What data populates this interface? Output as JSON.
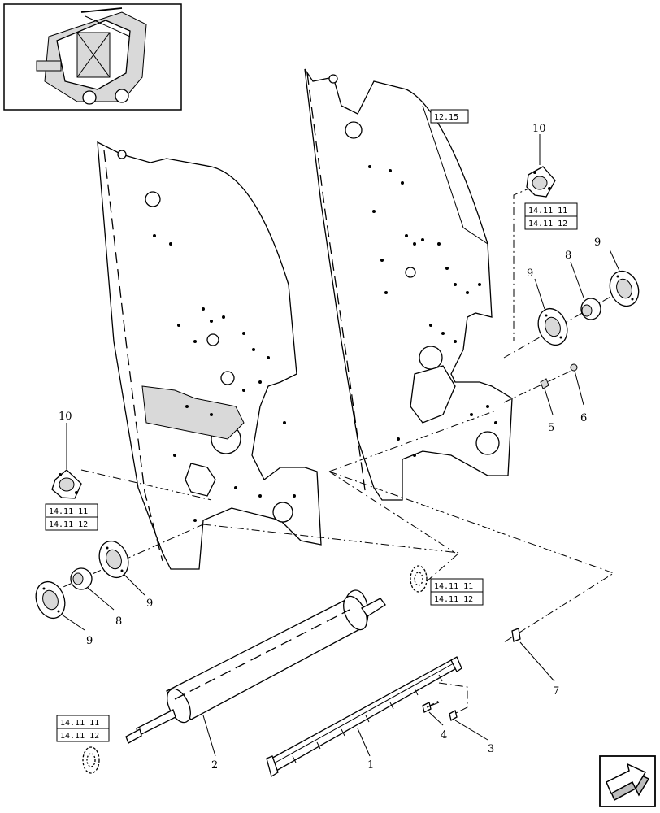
{
  "thumbnail": {
    "icon": "baler-assembly-thumbnail"
  },
  "section_ref": "12.15",
  "callouts": {
    "c1": "1",
    "c2": "2",
    "c3": "3",
    "c4": "4",
    "c5": "5",
    "c6": "6",
    "c7": "7",
    "c8a": "8",
    "c8b": "8",
    "c9a": "9",
    "c9b": "9",
    "c9c": "9",
    "c9d": "9",
    "c10a": "10",
    "c10b": "10"
  },
  "ref_boxes": {
    "right_upper": [
      "14.11 11",
      "14.11 12"
    ],
    "left_mid": [
      "14.11 11",
      "14.11 12"
    ],
    "roller_end": [
      "14.11 11",
      "14.11 12"
    ],
    "left_lower": [
      "14.11 11",
      "14.11 12"
    ]
  },
  "nav": {
    "icon": "next-page-arrow-icon"
  }
}
